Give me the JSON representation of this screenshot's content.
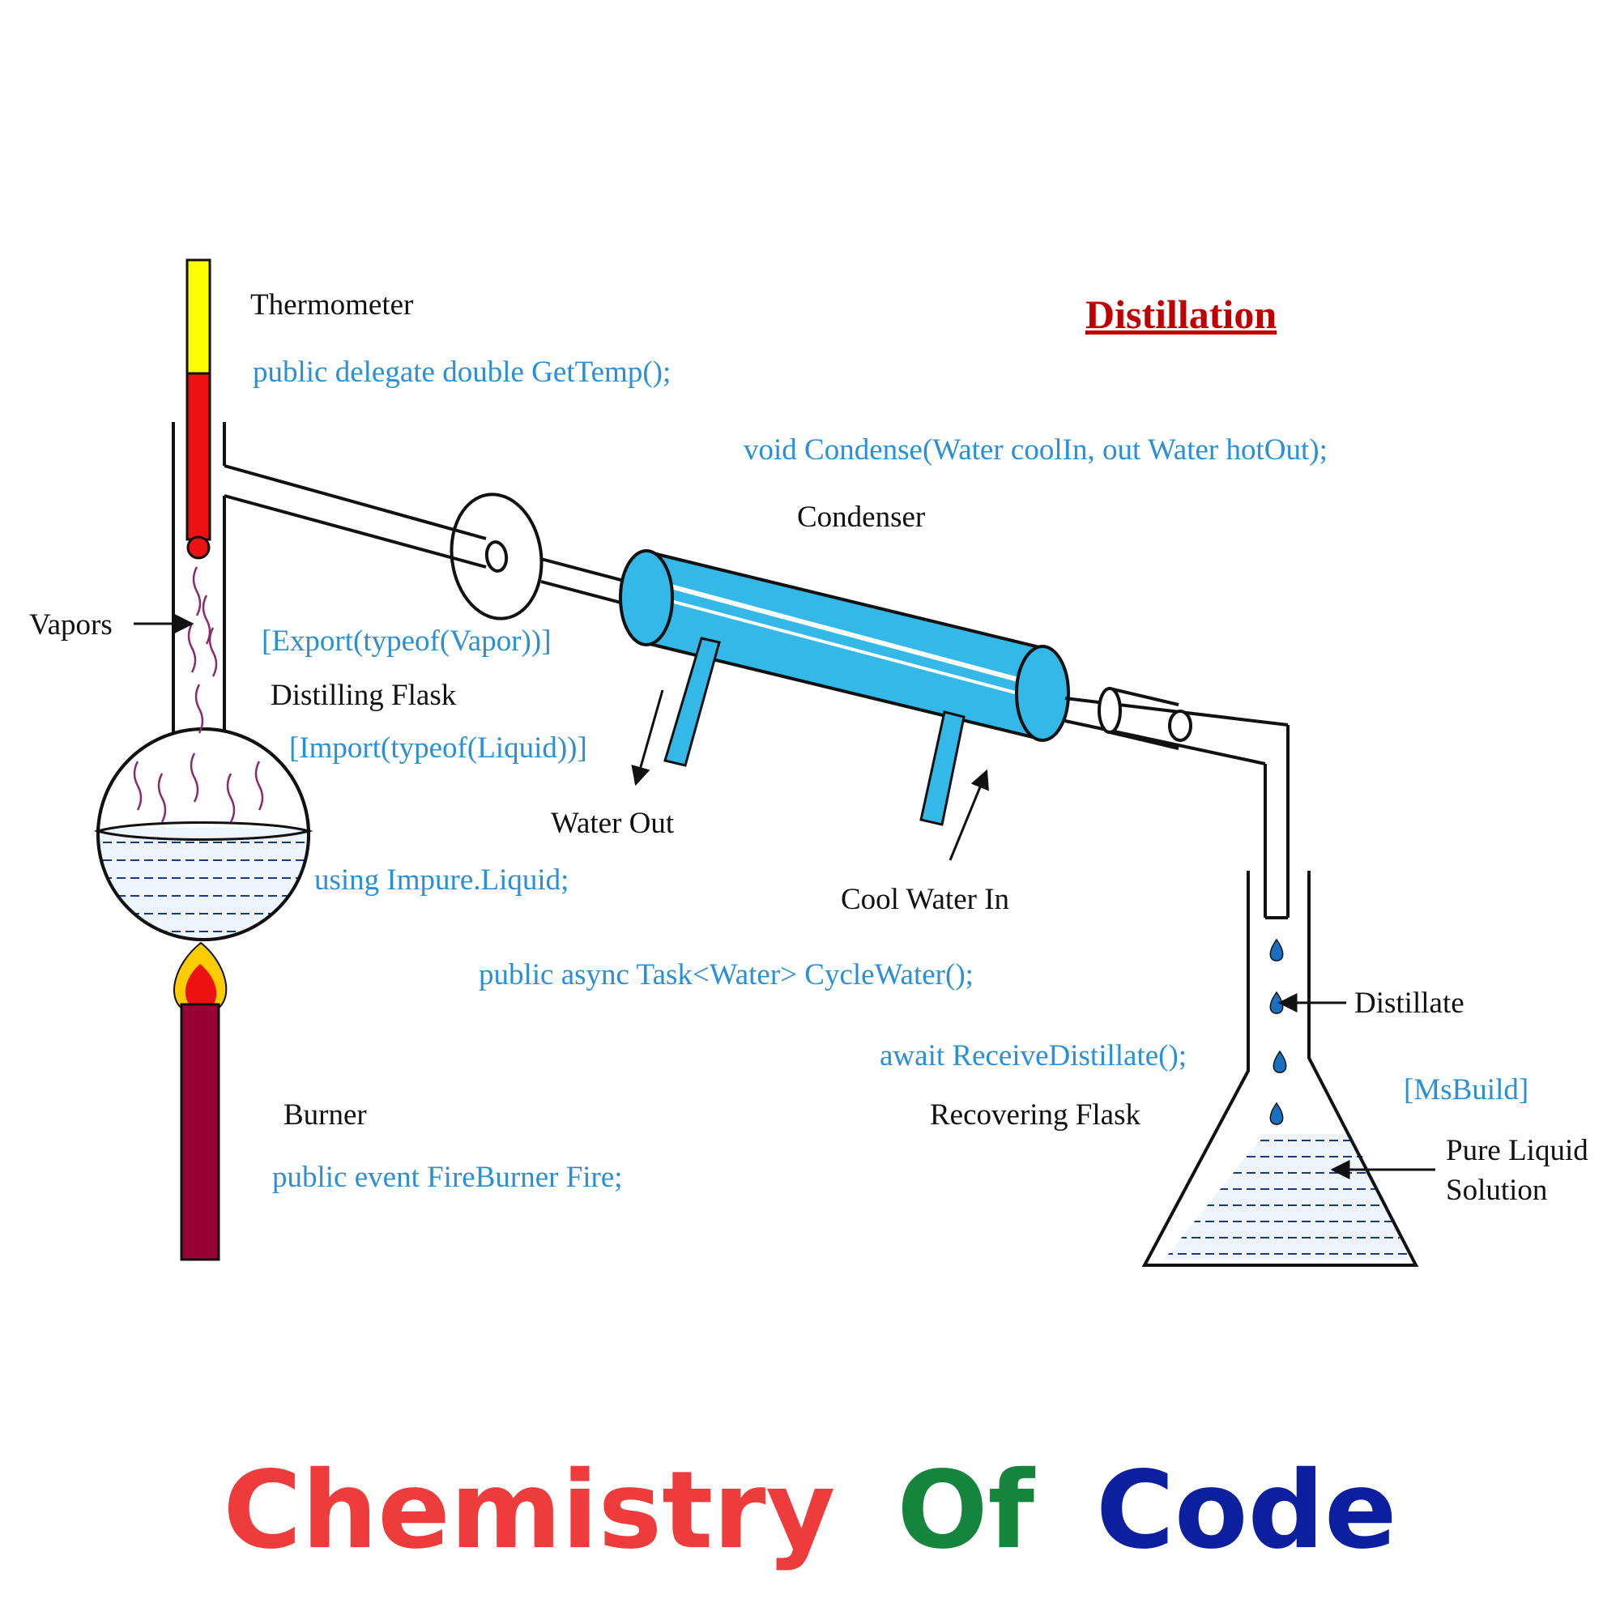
{
  "title": "Distillation",
  "banner": {
    "parts": [
      {
        "text": "Chemistry",
        "color": "#ee3b3b"
      },
      {
        "text": "Of",
        "color": "#15843c"
      },
      {
        "text": "Code",
        "color": "#0c1f9e"
      }
    ]
  },
  "labels": {
    "thermometer": "Thermometer",
    "vapors": "Vapors",
    "distilling_flask": "Distilling Flask",
    "condenser": "Condenser",
    "water_out": "Water Out",
    "cool_water_in": "Cool Water In",
    "distillate": "Distillate",
    "recovering_flask": "Recovering Flask",
    "burner": "Burner",
    "pure_liquid_line1": "Pure Liquid",
    "pure_liquid_line2": "Solution"
  },
  "code": {
    "thermometer": "public delegate double GetTemp();",
    "condenser": "void Condense(Water coolIn, out Water hotOut);",
    "export": "[Export(typeof(Vapor))]",
    "import": "[Import(typeof(Liquid))]",
    "using": "using Impure.Liquid;",
    "cycle": "public async Task<Water> CycleWater();",
    "await": "await ReceiveDistillate();",
    "msbuild": "[MsBuild]",
    "burner": "public event FireBurner Fire;"
  },
  "colors": {
    "accent_code": "#2a8fd6",
    "title_red": "#c00000",
    "condenser_blue": "#33b8e8",
    "liquid_fill": "#eef5ff",
    "burner_body": "#990033",
    "thermo_yellow": "#ffff00",
    "thermo_red": "#ee1111"
  }
}
